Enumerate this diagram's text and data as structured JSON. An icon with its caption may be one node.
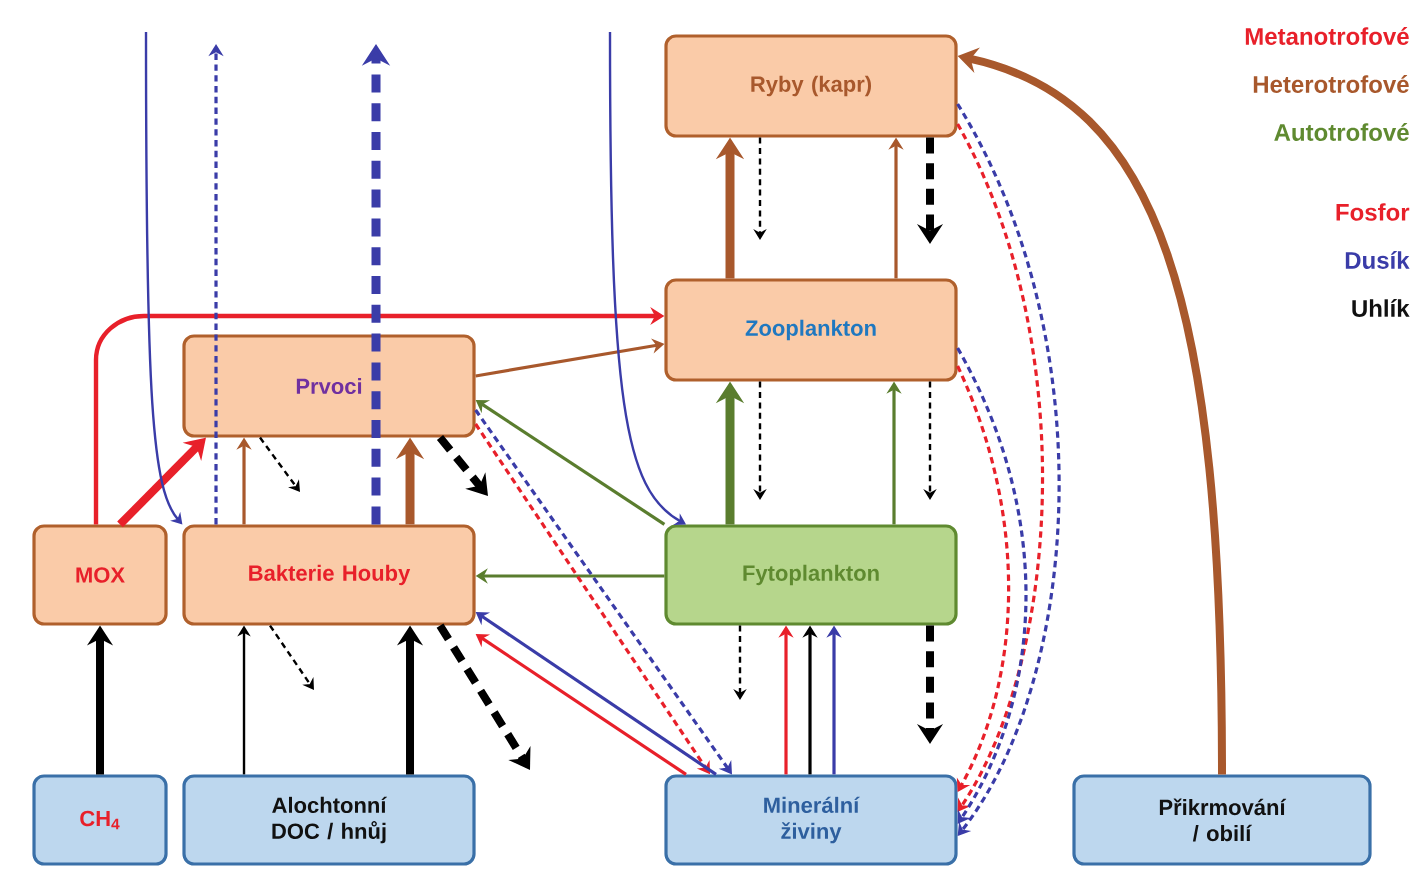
{
  "diagram": {
    "nodes": [
      {
        "text": [
          "Ryby (kapr)"
        ]
      },
      {
        "text": [
          "Zooplankton"
        ]
      },
      {
        "text": [
          "Prvoci"
        ]
      },
      {
        "text": [
          "MOX"
        ]
      },
      {
        "text": [
          "Bakterie Houby"
        ]
      },
      {
        "text": [
          "Fytoplankton"
        ]
      },
      {
        "text": [
          "CH$_{4}$"
        ]
      },
      {
        "text": [
          "Alochtonní DOC / hnůj"
        ]
      },
      {
        "text": [
          "Minerální živiny"
        ]
      },
      {
        "text": [
          "Přikrmování / obilí"
        ]
      }
    ],
    "edges": [
      {
        "from": 6,
        "to": 3,
        "arrow": "to",
        "style": "thick"
      },
      {
        "from": 7,
        "to": 4,
        "arrow": "to"
      },
      {
        "from": 7,
        "to": 4,
        "arrow": "to",
        "style": "thick"
      },
      {
        "from": 4,
        "to": null,
        "arrow": "to",
        "style": "dashed"
      },
      {
        "from": 4,
        "to": null,
        "arrow": "to",
        "style": "dashed"
      },
      {
        "from": 3,
        "to": 2,
        "arrow": "to",
        "style": "thick",
        "color": "#e8202a"
      },
      {
        "from": 3,
        "to": 1,
        "arrow": "to",
        "color": "#e8202a"
      },
      {
        "from": null,
        "to": 4,
        "arrow": "to",
        "color": "#3a3ca8"
      },
      {
        "from": 4,
        "to": null,
        "arrow": "to",
        "style": "dashed",
        "color": "#3a3ca8"
      },
      {
        "from": 4,
        "to": null,
        "arrow": "to",
        "style": "dashed",
        "color": "#3a3ca8"
      },
      {
        "from": 4,
        "to": 2,
        "arrow": "to",
        "color": "#a8582c"
      },
      {
        "from": 4,
        "to": 2,
        "arrow": "to",
        "style": "thick",
        "color": "#a8582c"
      },
      {
        "from": 2,
        "to": null,
        "arrow": "to",
        "style": "dashed"
      },
      {
        "from": 2,
        "to": null,
        "arrow": "to",
        "style": "dashed"
      },
      {
        "from": 2,
        "to": 1,
        "arrow": "to",
        "color": "#a8582c"
      },
      {
        "from": 5,
        "to": 2,
        "arrow": "to",
        "color": "#5a7d2e"
      },
      {
        "from": 5,
        "to": 4,
        "arrow": "to",
        "color": "#5a7d2e"
      },
      {
        "from": null,
        "to": 5,
        "arrow": "to",
        "color": "#3a3ca8"
      },
      {
        "from": 5,
        "to": 1,
        "arrow": "to",
        "style": "thick",
        "color": "#5a7d2e"
      },
      {
        "from": 5,
        "to": 1,
        "arrow": "to",
        "color": "#5a7d2e"
      },
      {
        "from": 1,
        "to": null,
        "arrow": "to",
        "style": "dashed"
      },
      {
        "from": 1,
        "to": null,
        "arrow": "to",
        "style": "dashed"
      },
      {
        "from": 1,
        "to": 0,
        "arrow": "to",
        "style": "thick",
        "color": "#a8582c"
      },
      {
        "from": 1,
        "to": 0,
        "arrow": "to",
        "color": "#a8582c"
      },
      {
        "from": 0,
        "to": null,
        "arrow": "to",
        "style": "dashed"
      },
      {
        "from": 0,
        "to": null,
        "arrow": "to",
        "style": "dashed"
      },
      {
        "from": 0,
        "to": 8,
        "arrow": "to",
        "style": "dashed",
        "color": "#e8202a"
      },
      {
        "from": 0,
        "to": 8,
        "arrow": "to",
        "style": "dashed",
        "color": "#3a3ca8"
      },
      {
        "from": 1,
        "to": 8,
        "arrow": "to",
        "style": "dashed",
        "color": "#e8202a"
      },
      {
        "from": 1,
        "to": 8,
        "arrow": "to",
        "style": "dashed",
        "color": "#3a3ca8"
      },
      {
        "from": 2,
        "to": 8,
        "arrow": "to",
        "style": "dashed",
        "color": "#e8202a"
      },
      {
        "from": 2,
        "to": 8,
        "arrow": "to",
        "style": "dashed",
        "color": "#3a3ca8"
      },
      {
        "from": 8,
        "to": 4,
        "arrow": "to",
        "color": "#e8202a"
      },
      {
        "from": 8,
        "to": 4,
        "arrow": "to",
        "color": "#3a3ca8"
      },
      {
        "from": 5,
        "to": null,
        "arrow": "to",
        "style": "dashed"
      },
      {
        "from": 5,
        "to": null,
        "arrow": "to",
        "style": "dashed"
      },
      {
        "from": 8,
        "to": 5,
        "arrow": "to",
        "color": "#e8202a"
      },
      {
        "from": 8,
        "to": 5,
        "arrow": "to"
      },
      {
        "from": 8,
        "to": 5,
        "arrow": "to",
        "color": "#3a3ca8"
      },
      {
        "from": 9,
        "to": 0,
        "arrow": "to",
        "style": "thick",
        "color": "#a8582c"
      }
    ],
    "labels": [
      "Metanotrofové",
      "Heterotrofové",
      "Autotrofové",
      "Fosfor",
      "Dusík",
      "Uhlík"
    ]
  }
}
